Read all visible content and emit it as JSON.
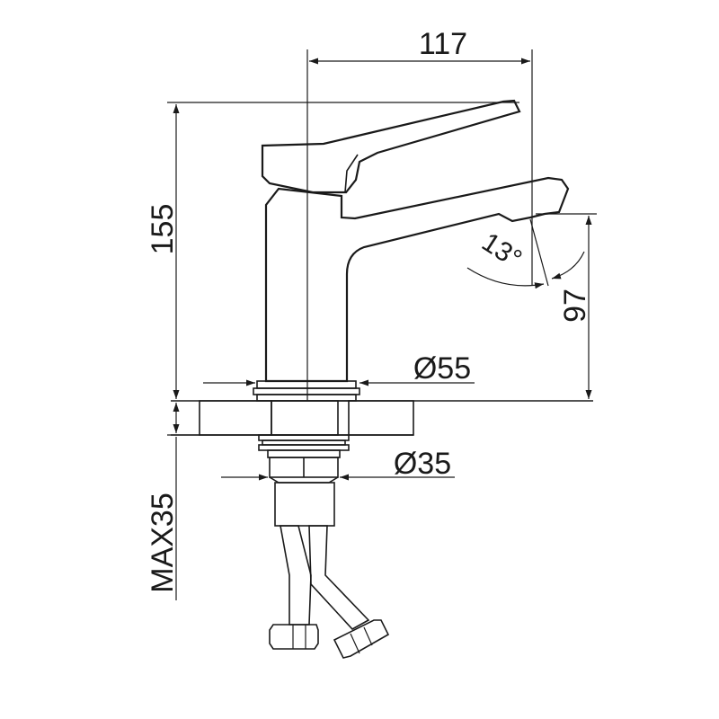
{
  "dimensions": {
    "reach": "117",
    "total_height": "155",
    "spout_height": "97",
    "base_diameter": "Ø55",
    "mounting_diameter": "Ø35",
    "max_thickness": "MAX35",
    "spout_angle": "13°"
  },
  "colors": {
    "line": "#1a1a1a",
    "background": "#ffffff"
  }
}
